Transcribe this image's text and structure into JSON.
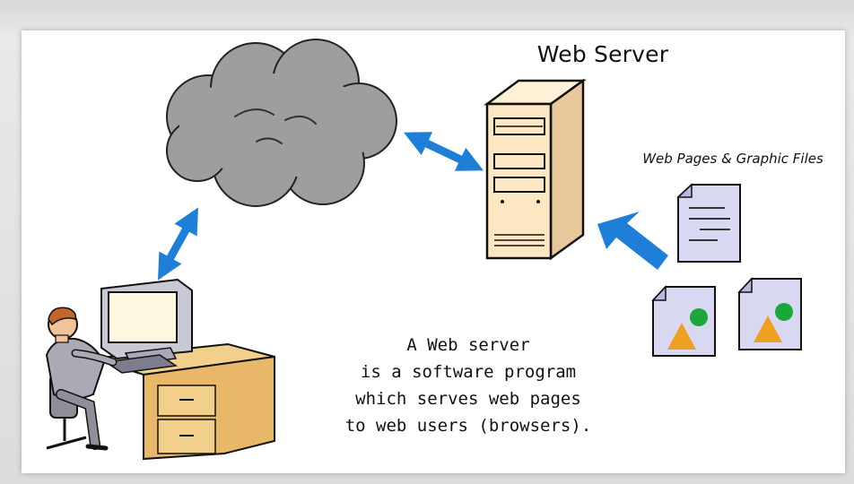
{
  "diagram": {
    "server_title": "Web Server",
    "files_label": "Web Pages & Graphic Files",
    "caption": [
      "A Web server",
      "is a software program",
      "which serves web pages",
      "to web users (browsers)."
    ]
  },
  "icons": {
    "cloud": "internet-cloud-icon",
    "server": "server-tower-icon",
    "user": "user-at-computer-icon",
    "document": "document-icon",
    "image_file": "image-file-icon"
  },
  "colors": {
    "arrow_blue": "#1e7fd8",
    "cloud_gray": "#9e9e9e",
    "server_beige": "#fde6c2",
    "file_lavender": "#d8d8f2",
    "image_green": "#1aa83a",
    "image_orange": "#f0a020"
  }
}
